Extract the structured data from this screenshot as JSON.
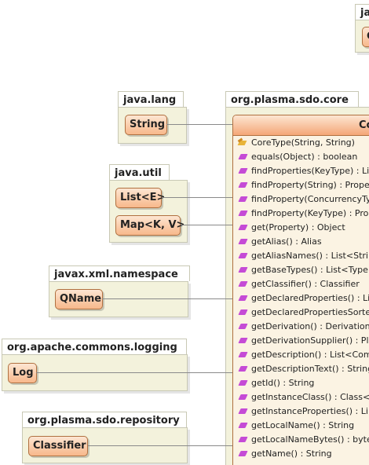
{
  "packages": {
    "top_right": {
      "name": "ja",
      "class_name": "C"
    },
    "java_lang": {
      "name": "java.lang",
      "classes": [
        "String"
      ]
    },
    "java_util": {
      "name": "java.util",
      "classes": [
        "List<E>",
        "Map<K, V>"
      ]
    },
    "javax_xml_namespace": {
      "name": "javax.xml.namespace",
      "classes": [
        "QName"
      ]
    },
    "commons_logging": {
      "name": "org.apache.commons.logging",
      "classes": [
        "Log"
      ]
    },
    "sdo_repository": {
      "name": "org.plasma.sdo.repository",
      "classes": [
        "Classifier"
      ]
    },
    "sdo_core": {
      "name": "org.plasma.sdo.core"
    }
  },
  "core_class": {
    "name": "Co",
    "operations": [
      {
        "kind": "constructor",
        "signature": "CoreType(String, String)"
      },
      {
        "kind": "operation",
        "signature": "equals(Object) : boolean"
      },
      {
        "kind": "operation",
        "signature": "findProperties(KeyType) : Li"
      },
      {
        "kind": "operation",
        "signature": "findProperty(String) : Proper"
      },
      {
        "kind": "operation",
        "signature": "findProperty(ConcurrencyTy"
      },
      {
        "kind": "operation",
        "signature": "findProperty(KeyType) : Prop"
      },
      {
        "kind": "operation",
        "signature": "get(Property) : Object"
      },
      {
        "kind": "operation",
        "signature": "getAlias() : Alias"
      },
      {
        "kind": "operation",
        "signature": "getAliasNames() : List<Strin"
      },
      {
        "kind": "operation",
        "signature": "getBaseTypes() : List<Type"
      },
      {
        "kind": "operation",
        "signature": "getClassifier() : Classifier"
      },
      {
        "kind": "operation",
        "signature": "getDeclaredProperties() : Li"
      },
      {
        "kind": "operation",
        "signature": "getDeclaredPropertiesSorte"
      },
      {
        "kind": "operation",
        "signature": "getDerivation() : Derivation"
      },
      {
        "kind": "operation",
        "signature": "getDerivationSupplier() : Pla"
      },
      {
        "kind": "operation",
        "signature": "getDescription() : List<Com"
      },
      {
        "kind": "operation",
        "signature": "getDescriptionText() : String"
      },
      {
        "kind": "operation",
        "signature": "getId() : String"
      },
      {
        "kind": "operation",
        "signature": "getInstanceClass() : Class<"
      },
      {
        "kind": "operation",
        "signature": "getInstanceProperties() : Li"
      },
      {
        "kind": "operation",
        "signature": "getLocalName() : String"
      },
      {
        "kind": "operation",
        "signature": "getLocalNameBytes() : byte"
      },
      {
        "kind": "operation",
        "signature": "getName() : String"
      }
    ]
  },
  "colors": {
    "package_fill": "#f3f2dc",
    "class_fill_top": "#fde6d2",
    "class_fill_bottom": "#f7b88b",
    "class_border": "#b07040",
    "operation_icon": "#c54bd6",
    "constructor_icon": "#e8b43a",
    "connector": "#8a8a8a"
  }
}
